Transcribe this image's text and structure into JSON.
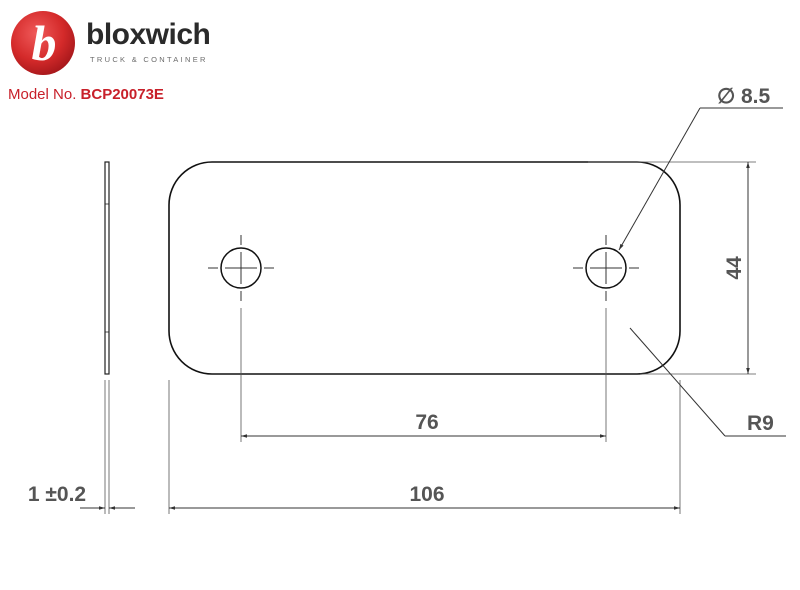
{
  "brand": {
    "name": "bloxwich",
    "tagline": "TRUCK & CONTAINER",
    "logo_letter": "b",
    "color": "#c8202a"
  },
  "model": {
    "label": "Model No.",
    "number": "BCP20073E"
  },
  "dimensions": {
    "hole_diameter_symbol": "∅",
    "hole_diameter": "8.5",
    "height": "44",
    "corner_radius": "R9",
    "hole_spacing": "76",
    "overall_length": "106",
    "thickness": "1 ±0.2"
  }
}
